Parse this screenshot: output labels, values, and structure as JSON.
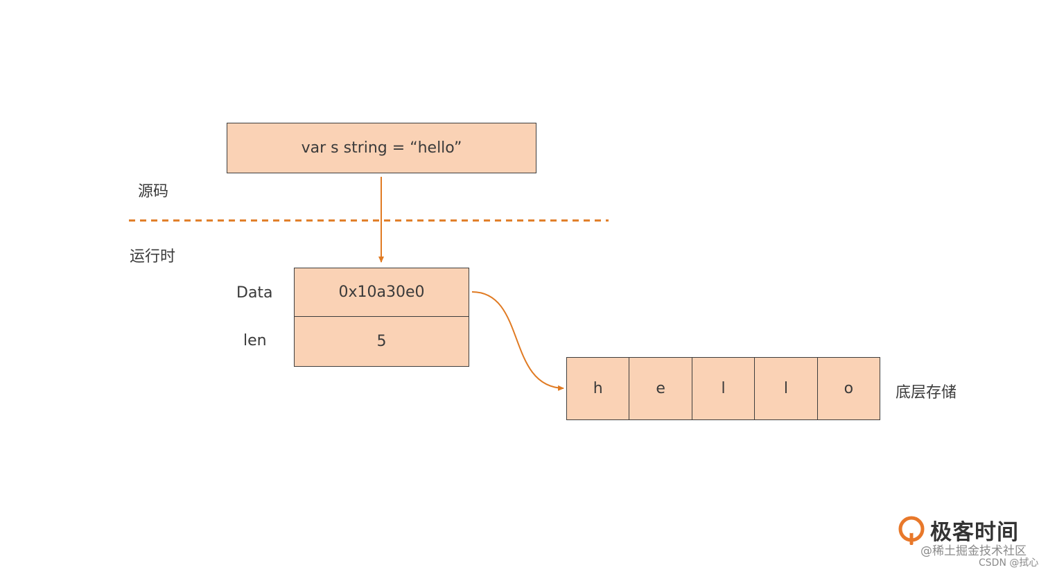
{
  "source": {
    "section_label": "源码",
    "code": "var s string = “hello”"
  },
  "runtime": {
    "section_label": "运行时",
    "fields": [
      {
        "name": "Data",
        "value": "0x10a30e0"
      },
      {
        "name": "len",
        "value": "5"
      }
    ]
  },
  "storage": {
    "label": "底层存储",
    "bytes": [
      "h",
      "e",
      "l",
      "l",
      "o"
    ]
  },
  "branding": {
    "logo_text": "极客时间",
    "watermark_1": "@稀土掘金技术社区",
    "watermark_2": "CSDN @拭心"
  },
  "colors": {
    "accent": "#e07a22",
    "box_fill": "#fad2b5",
    "box_border": "#3c3c3c"
  }
}
